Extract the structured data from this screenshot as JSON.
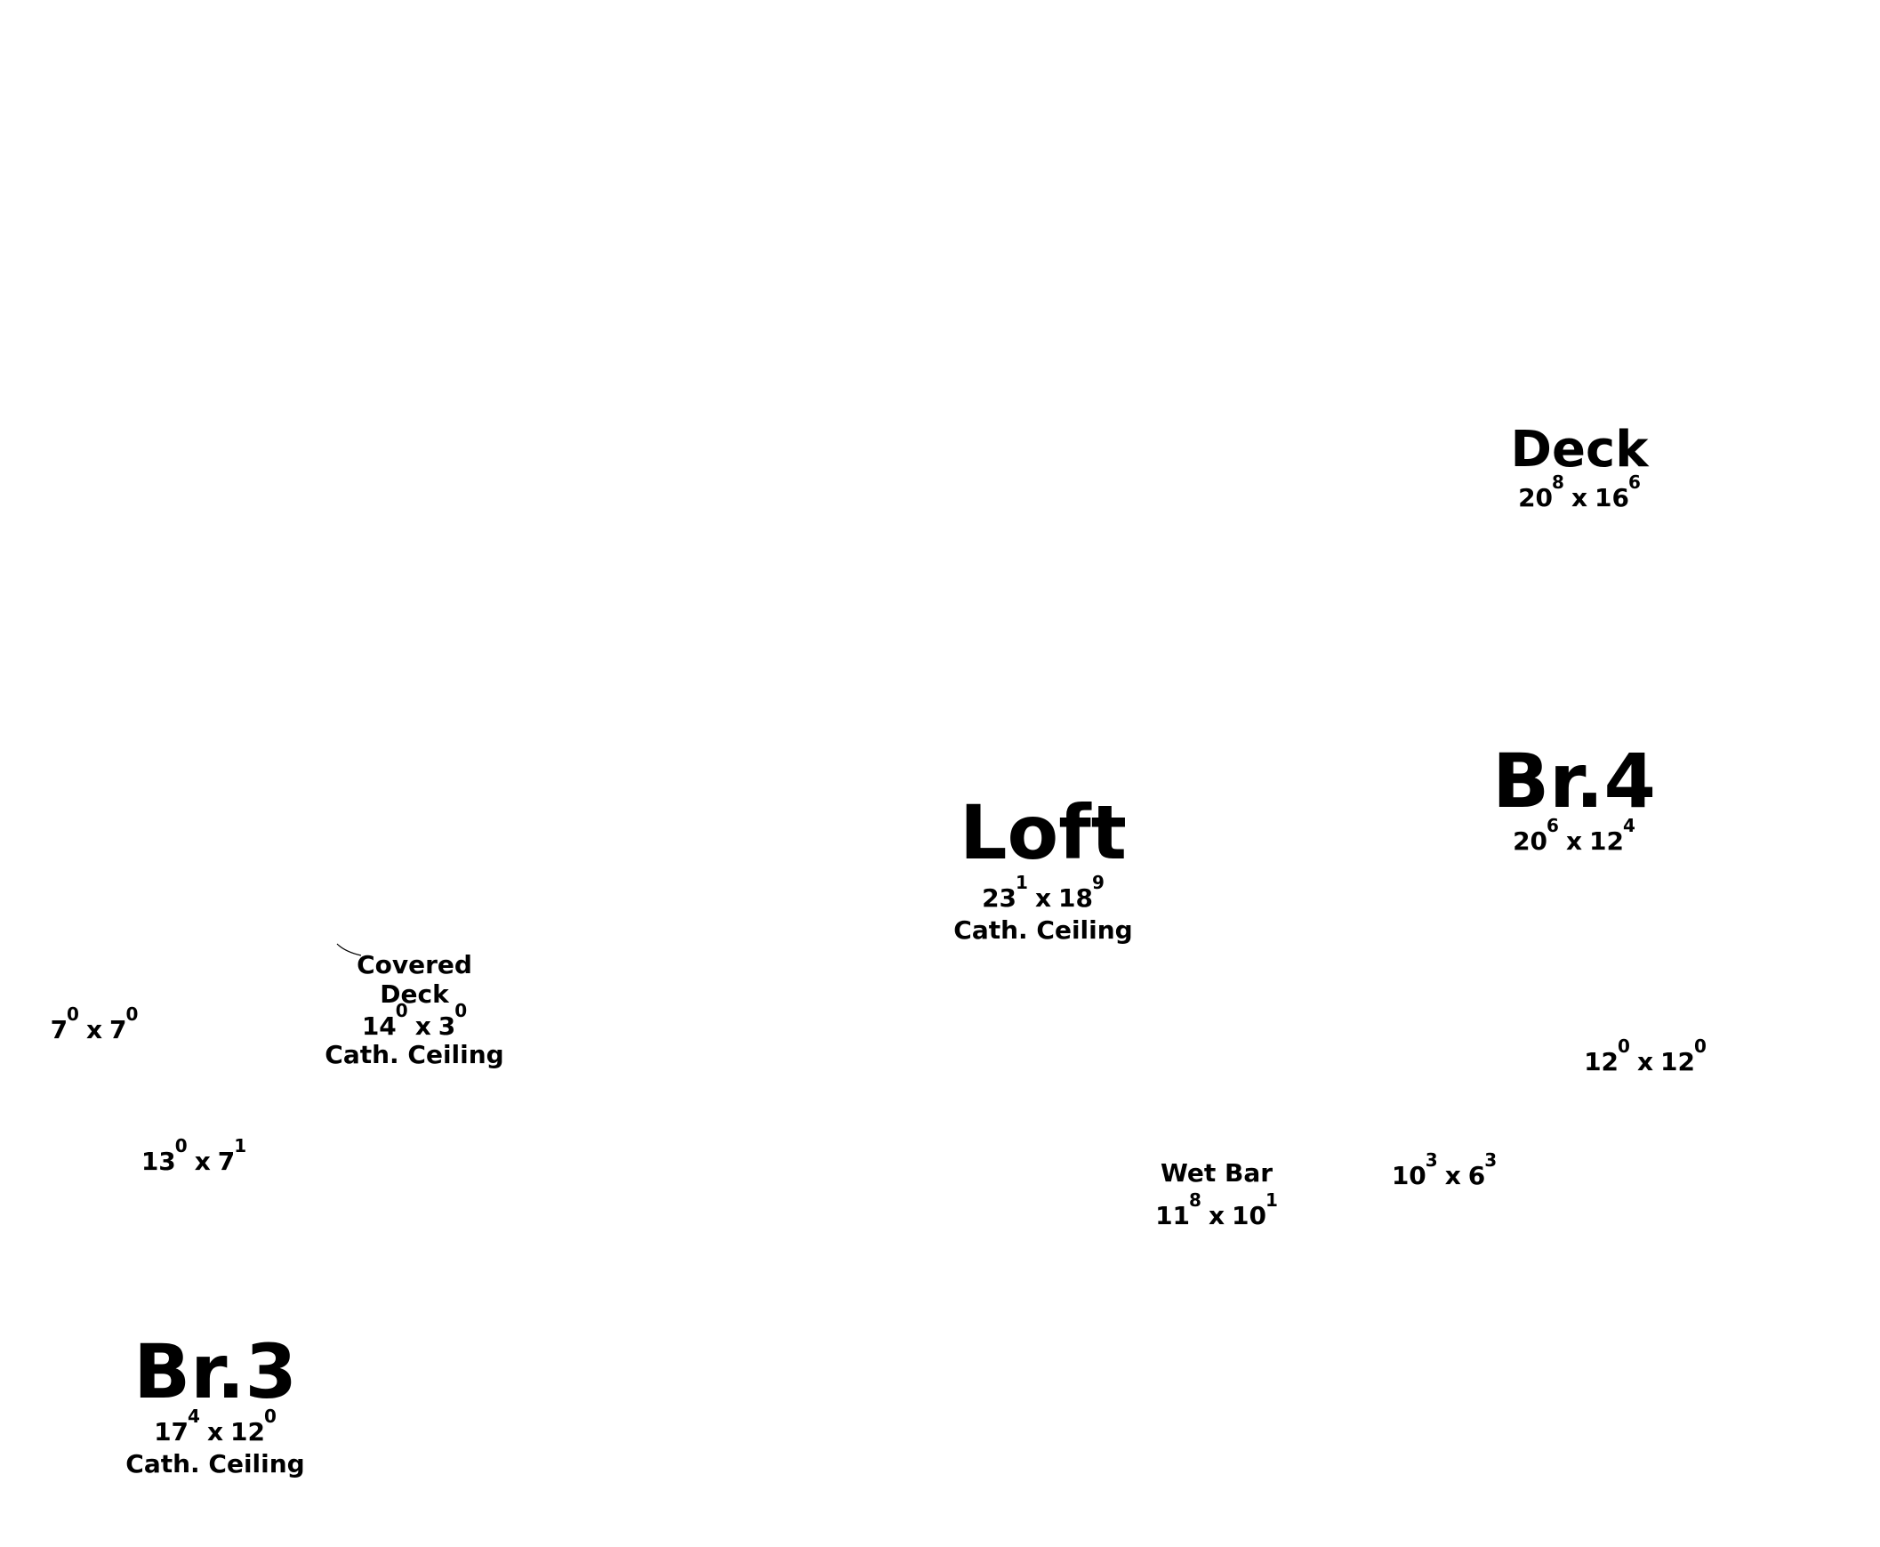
{
  "rooms": {
    "deck": {
      "name": "Deck",
      "width_ft": "20",
      "width_in": "8",
      "depth_ft": "16",
      "depth_in": "6",
      "note": ""
    },
    "br4": {
      "name": "Br.4",
      "width_ft": "20",
      "width_in": "6",
      "depth_ft": "12",
      "depth_in": "4",
      "note": ""
    },
    "loft": {
      "name": "Loft",
      "width_ft": "23",
      "width_in": "1",
      "depth_ft": "18",
      "depth_in": "9",
      "note": "Cath. Ceiling"
    },
    "covered_deck": {
      "name_line1": "Covered",
      "name_line2": "Deck",
      "width_ft": "14",
      "width_in": "0",
      "depth_ft": "3",
      "depth_in": "0",
      "note": "Cath. Ceiling"
    },
    "wet_bar": {
      "name": "Wet Bar",
      "width_ft": "11",
      "width_in": "8",
      "depth_ft": "10",
      "depth_in": "1"
    },
    "br3": {
      "name": "Br.3",
      "width_ft": "17",
      "width_in": "4",
      "depth_ft": "12",
      "depth_in": "0",
      "note": "Cath. Ceiling"
    }
  },
  "unlabeled_dims": [
    {
      "id": "dim-7x7",
      "width_ft": "7",
      "width_in": "0",
      "depth_ft": "7",
      "depth_in": "0"
    },
    {
      "id": "dim-13x7",
      "width_ft": "13",
      "width_in": "0",
      "depth_ft": "7",
      "depth_in": "1"
    },
    {
      "id": "dim-12x12",
      "width_ft": "12",
      "width_in": "0",
      "depth_ft": "12",
      "depth_in": "0"
    },
    {
      "id": "dim-10x6",
      "width_ft": "10",
      "width_in": "3",
      "depth_ft": "6",
      "depth_in": "3"
    }
  ],
  "separator": "x"
}
